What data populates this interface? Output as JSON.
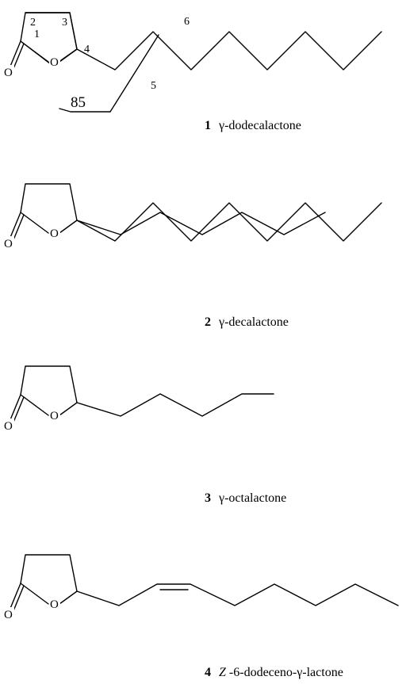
{
  "molecules": [
    {
      "id": "m1",
      "number": "1",
      "name": "γ-dodecalactone",
      "atoms": {
        "O": "O",
        "O2": "O"
      },
      "positions": {
        "p1": "1",
        "p2": "2",
        "p3": "3",
        "p4": "4",
        "p5": "5",
        "p6": "6"
      },
      "fragment_label": "85"
    },
    {
      "id": "m2",
      "number": "2",
      "name": "γ-decalactone",
      "atoms": {
        "O": "O",
        "O2": "O"
      }
    },
    {
      "id": "m3",
      "number": "3",
      "name": "γ-octalactone",
      "atoms": {
        "O": "O",
        "O2": "O"
      }
    },
    {
      "id": "m4",
      "number": "4",
      "name_prefix": "Z",
      "name_rest": "-6-dodeceno-γ-lactone",
      "atoms": {
        "O": "O",
        "O2": "O"
      }
    }
  ]
}
